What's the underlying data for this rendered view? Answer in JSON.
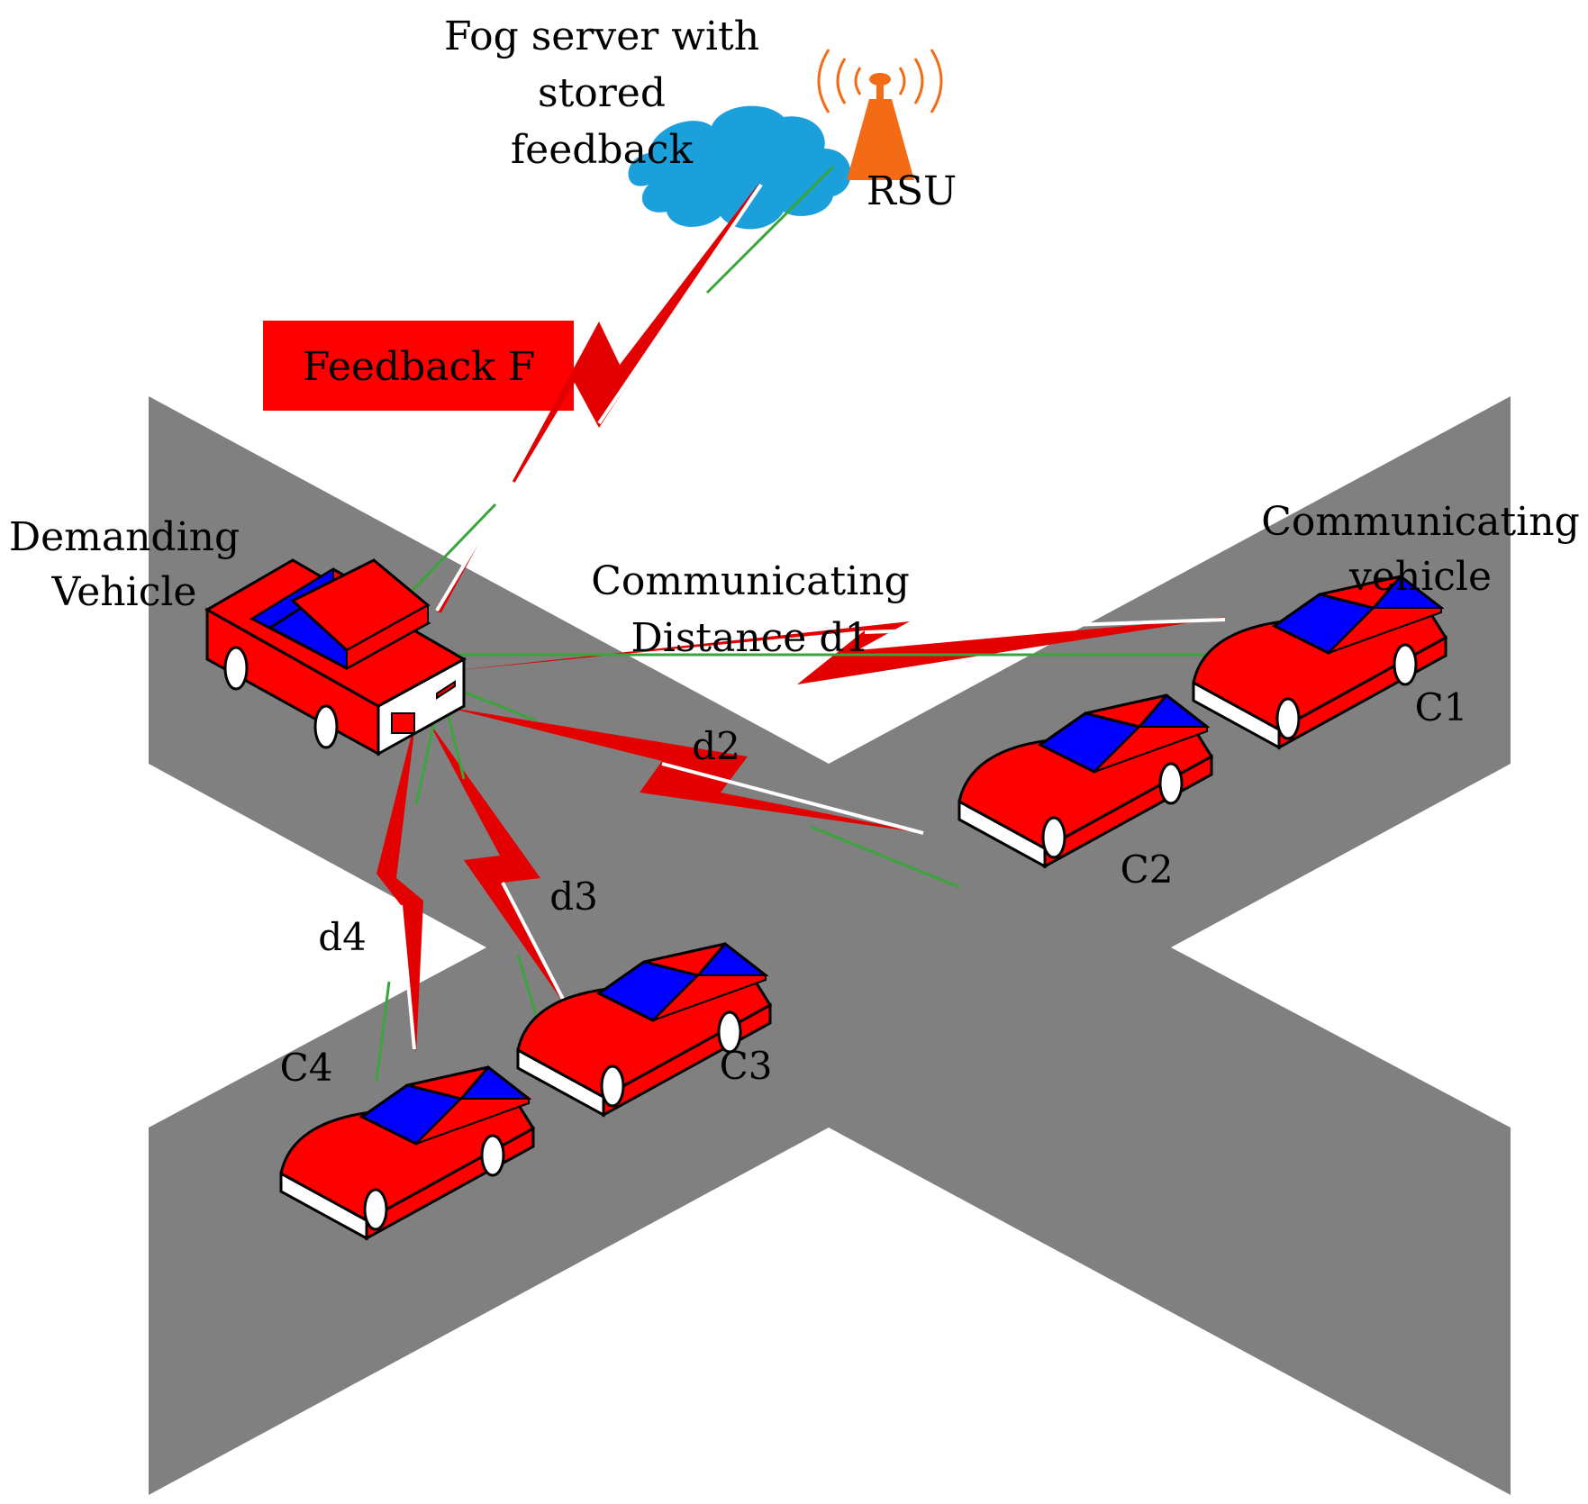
{
  "labels": {
    "fog_server": [
      "Fog server with",
      "stored",
      "feedback"
    ],
    "rsu": "RSU",
    "feedback": "Feedback F",
    "demanding_vehicle": [
      "Demanding",
      "Vehicle"
    ],
    "communicating_distance": [
      "Communicating",
      "Distance d1"
    ],
    "communicating_vehicle": [
      "Communicating",
      "vehicle"
    ],
    "d2": "d2",
    "d3": "d3",
    "d4": "d4",
    "c1": "C1",
    "c2": "C2",
    "c3": "C3",
    "c4": "C4"
  },
  "colors": {
    "road": "#808080",
    "car_body": "#ff0000",
    "car_window": "#0000ff",
    "cloud": "#1ba0dc",
    "rsu": "#f46b16",
    "bolt": "#e20000",
    "accent_line": "#3aa53a"
  }
}
